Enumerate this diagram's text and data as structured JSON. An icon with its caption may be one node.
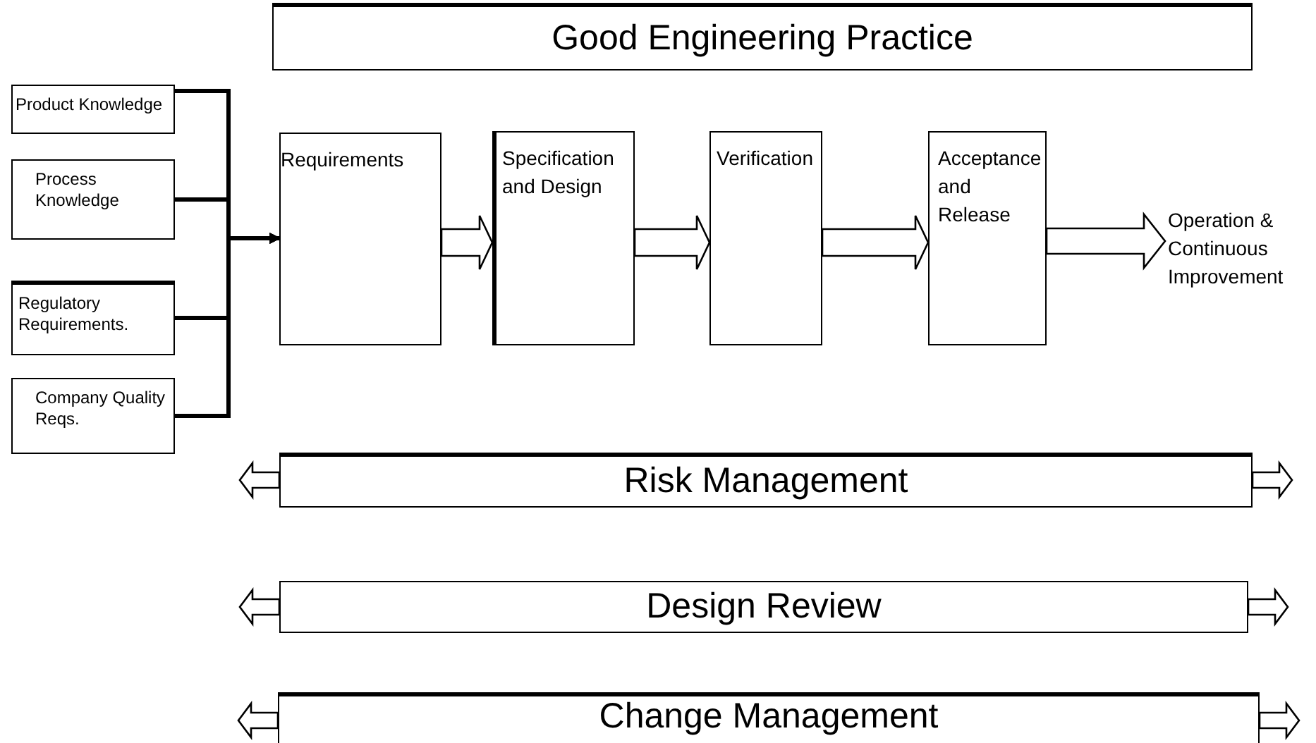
{
  "diagram": {
    "nodes": [
      {
        "text": [
          "Good Engineering Practice"
        ]
      },
      {
        "text": [
          "Product Knowledge"
        ]
      },
      {
        "text": [
          "Process Knowledge"
        ]
      },
      {
        "text": [
          "Regulatory Requirements."
        ]
      },
      {
        "text": [
          "Company Quality Reqs."
        ]
      },
      {
        "text": [
          "Requirements"
        ]
      },
      {
        "text": [
          "Specification and Design"
        ]
      },
      {
        "text": [
          "Verification"
        ]
      },
      {
        "text": [
          "Acceptance and Release"
        ]
      },
      {
        "text": [
          "Operation & Continuous Improvement"
        ]
      },
      {
        "text": [
          "Risk Management"
        ]
      },
      {
        "text": [
          "Design Review"
        ]
      },
      {
        "text": [
          "Change Management"
        ]
      }
    ],
    "edges": [
      {
        "from": 1,
        "to": 5,
        "arrow": "to"
      },
      {
        "from": 2,
        "to": 5,
        "arrow": "to"
      },
      {
        "from": 3,
        "to": 5,
        "arrow": "to"
      },
      {
        "from": 4,
        "to": 5,
        "arrow": "to"
      },
      {
        "from": 5,
        "to": 6,
        "arrow": "to",
        "style": "thick"
      },
      {
        "from": 6,
        "to": 7,
        "arrow": "to",
        "style": "thick"
      },
      {
        "from": 7,
        "to": 8,
        "arrow": "to",
        "style": "thick"
      },
      {
        "from": 8,
        "to": 9,
        "arrow": "to",
        "style": "thick"
      },
      {
        "from": 10,
        "to": null,
        "arrow": "to",
        "style": "thick"
      },
      {
        "from": 10,
        "to": null,
        "arrow": "to",
        "style": "thick"
      },
      {
        "from": 11,
        "to": null,
        "arrow": "to",
        "style": "thick"
      },
      {
        "from": 11,
        "to": null,
        "arrow": "to",
        "style": "thick"
      },
      {
        "from": 12,
        "to": null,
        "arrow": "to",
        "style": "thick"
      },
      {
        "from": 12,
        "to": null,
        "arrow": "to",
        "style": "thick"
      }
    ]
  }
}
